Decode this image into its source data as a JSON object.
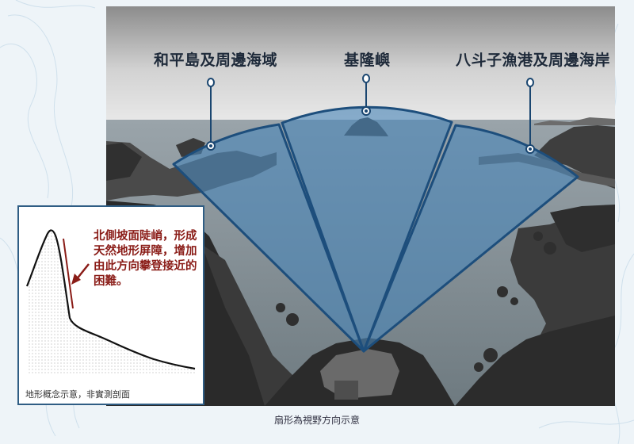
{
  "labels": {
    "left": "和平島及周邊海域",
    "center": "基隆嶼",
    "right": "八斗子漁港及周邊海岸"
  },
  "inset": {
    "description": "北側坡面陡峭，形成天然地形屏障，增加由此方向攀登接近的困難。",
    "caption": "地形概念示意，非實測剖面"
  },
  "caption": "扇形為視野方向示意",
  "colors": {
    "fan_fill": "#4a86b8",
    "fan_stroke": "#1d4e7c",
    "arrow": "#8a1c17",
    "inset_border": "#2f5d84"
  }
}
